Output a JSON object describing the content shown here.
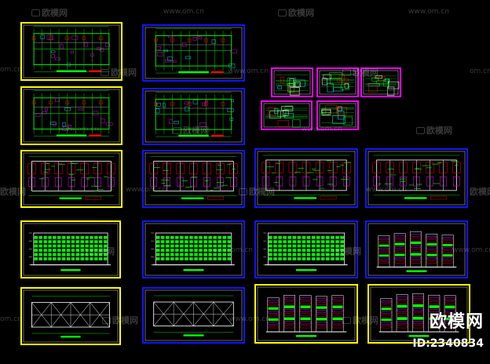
{
  "watermark": {
    "brand": "欧模网",
    "url": "www.om.cn",
    "url_short": "om.cn",
    "color": "#ffffff"
  },
  "corner": {
    "brand": "欧模网",
    "id_text": "ID:2340834"
  },
  "colors": {
    "background": "#000000",
    "frame_yellow": "#ffff00",
    "frame_blue": "#1414ff",
    "frame_magenta": "#ff00ff",
    "line_green": "#00ff00",
    "line_red": "#ff0000",
    "line_cyan": "#00ffff",
    "line_white": "#ffffff",
    "line_magenta": "#ff00ff"
  },
  "sheets": [
    {
      "name": "floor-plan-sheet-1",
      "frame": "yellow",
      "kind": "plan"
    },
    {
      "name": "floor-plan-sheet-2",
      "frame": "blue",
      "kind": "plan"
    },
    {
      "name": "detail-sheet-1",
      "frame": "magenta",
      "kind": "detail"
    },
    {
      "name": "detail-sheet-2",
      "frame": "magenta",
      "kind": "detail"
    },
    {
      "name": "detail-sheet-3",
      "frame": "magenta",
      "kind": "detail"
    },
    {
      "name": "detail-sheet-4",
      "frame": "magenta",
      "kind": "detail"
    },
    {
      "name": "detail-sheet-5",
      "frame": "magenta",
      "kind": "detail"
    },
    {
      "name": "floor-plan-sheet-3",
      "frame": "yellow",
      "kind": "plan"
    },
    {
      "name": "floor-plan-sheet-4",
      "frame": "blue",
      "kind": "plan"
    },
    {
      "name": "unit-plan-sheet-1",
      "frame": "yellow",
      "kind": "unitplan"
    },
    {
      "name": "unit-plan-sheet-2",
      "frame": "blue",
      "kind": "unitplan"
    },
    {
      "name": "unit-plan-sheet-3",
      "frame": "blue",
      "kind": "unitplan"
    },
    {
      "name": "unit-plan-sheet-4",
      "frame": "blue",
      "kind": "unitplan"
    },
    {
      "name": "elevation-sheet-1",
      "frame": "yellow",
      "kind": "elevation"
    },
    {
      "name": "elevation-sheet-2",
      "frame": "blue",
      "kind": "elevation"
    },
    {
      "name": "elevation-sheet-3",
      "frame": "blue",
      "kind": "elevation"
    },
    {
      "name": "section-sheet-1",
      "frame": "blue",
      "kind": "section"
    },
    {
      "name": "roof-plan-sheet-1",
      "frame": "yellow",
      "kind": "roof"
    },
    {
      "name": "roof-plan-sheet-2",
      "frame": "blue",
      "kind": "roof"
    },
    {
      "name": "section-sheet-2",
      "frame": "yellow",
      "kind": "section"
    },
    {
      "name": "section-sheet-3",
      "frame": "yellow",
      "kind": "section"
    }
  ]
}
